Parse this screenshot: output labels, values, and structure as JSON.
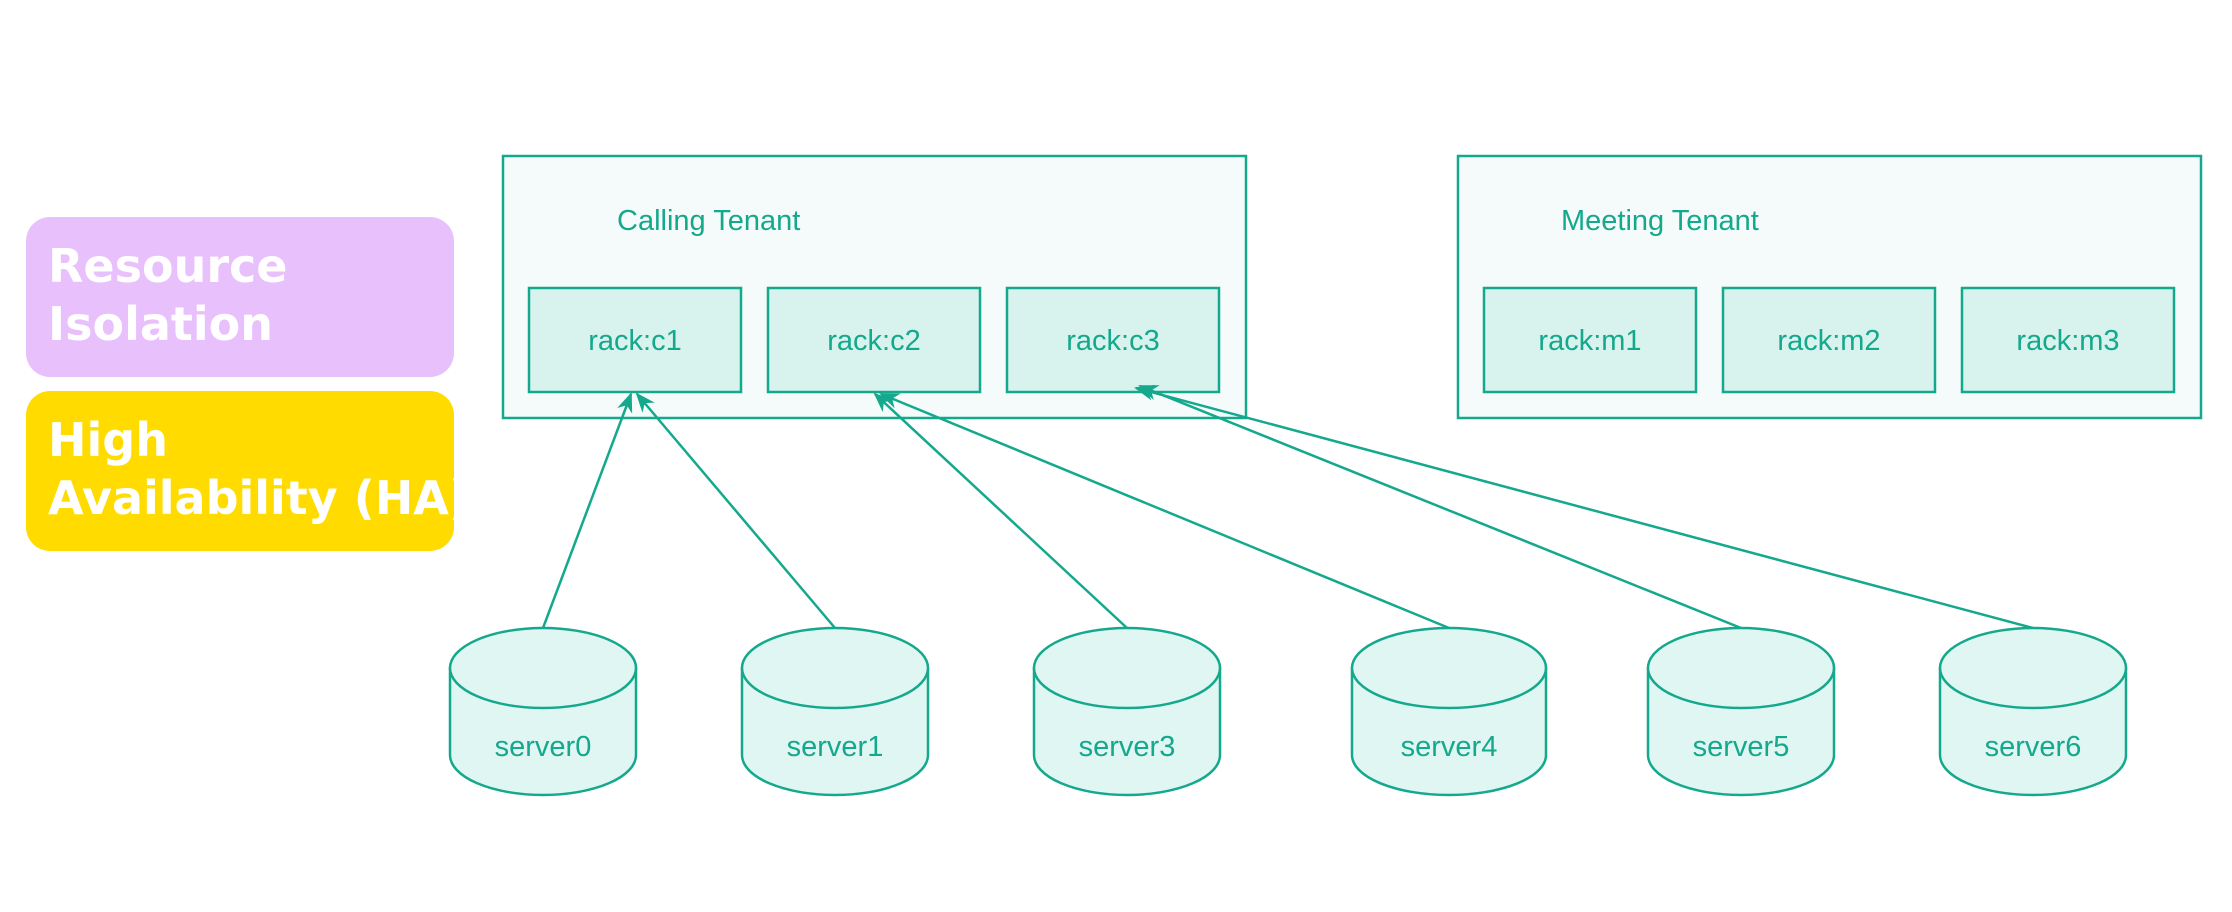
{
  "badges": {
    "resource_isolation": [
      "Resource",
      "Isolation"
    ],
    "high_availability": [
      "High",
      "Availability (HA)"
    ]
  },
  "tenants": [
    {
      "title": "Calling Tenant",
      "racks": [
        "rack:c1",
        "rack:c2",
        "rack:c3"
      ]
    },
    {
      "title": "Meeting Tenant",
      "racks": [
        "rack:m1",
        "rack:m2",
        "rack:m3"
      ]
    }
  ],
  "servers": [
    "server0",
    "server1",
    "server3",
    "server4",
    "server5",
    "server6"
  ],
  "links": [
    {
      "server": "server0",
      "rack": "rack:c1"
    },
    {
      "server": "server1",
      "rack": "rack:c1"
    },
    {
      "server": "server3",
      "rack": "rack:c2"
    },
    {
      "server": "server4",
      "rack": "rack:c2"
    },
    {
      "server": "server5",
      "rack": "rack:c3"
    },
    {
      "server": "server6",
      "rack": "rack:c3"
    }
  ],
  "colors": {
    "stroke": "#14a88c",
    "tenant_fill": "#f4fbfa",
    "rack_fill": "#d8f2ed",
    "server_fill": "#e0f6f2",
    "resource_isolation": "#e8c0fc",
    "high_availability": "#ffdb00"
  }
}
